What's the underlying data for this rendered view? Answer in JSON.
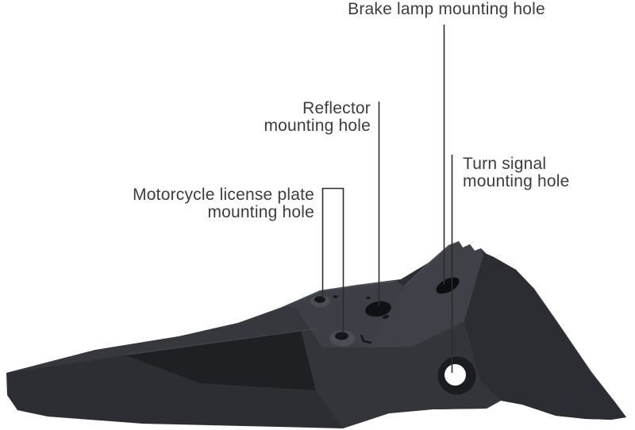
{
  "product": {
    "name": "motorcycle-rear-fender-mudguard"
  },
  "annotations": {
    "brake_lamp": {
      "label": "Brake lamp mounting hole"
    },
    "reflector": {
      "line1": "Reflector",
      "line2": "mounting hole"
    },
    "turn_signal": {
      "line1": "Turn signal",
      "line2": "mounting hole"
    },
    "license_plate": {
      "line1": "Motorcycle license plate",
      "line2": "mounting hole"
    }
  },
  "colors": {
    "background": "#ffffff",
    "body": "#2c2e33",
    "body_upper_band": "#36383e",
    "recess": "#1e2024",
    "apron": "#33353b",
    "deck": "#3c3f46",
    "hump": "#3e4147",
    "wing": "#2b2d33",
    "hole_dark": "#101114",
    "slot_dark": "#0c0d0f",
    "boss_ring": "#4b4e55",
    "boss_hole": "#15161a",
    "turn_hole_ring": "#1b1c20",
    "turn_hole_inner": "#fefefe",
    "label_text": "#3d3d3d",
    "leader_line": "#2c2c2c"
  }
}
